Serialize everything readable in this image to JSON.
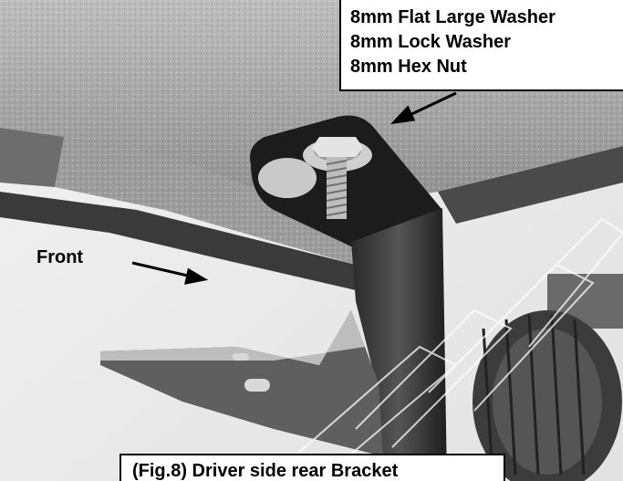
{
  "labels": {
    "parts": [
      "8mm Flat Large Washer",
      "8mm Lock Washer",
      "8mm Hex Nut"
    ],
    "front": "Front",
    "caption": "(Fig.8) Driver side rear Bracket"
  },
  "image_description_icons": {
    "photo": "vehicle-underbody-photo",
    "bracket": "mounting-bracket",
    "bolt": "hex-bolt",
    "arrow_parts": "arrow-icon",
    "arrow_front": "arrow-icon",
    "watermark": "watermark"
  },
  "colors": {
    "callout_bg": "#ffffff",
    "text": "#000000"
  }
}
